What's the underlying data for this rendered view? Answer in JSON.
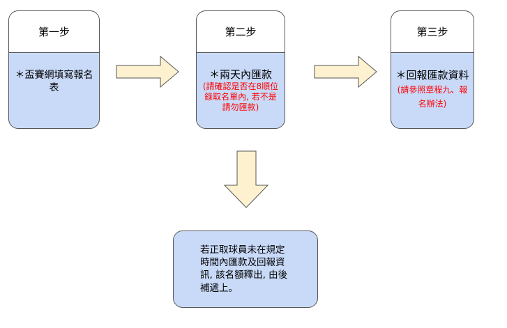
{
  "steps": [
    {
      "title": "第一步",
      "text": "＊盃賽網填寫報名表",
      "note": ""
    },
    {
      "title": "第二步",
      "text": "＊兩天內匯款",
      "note": "(請確認是否在8順位錄取名單內, 若不是請勿匯款)"
    },
    {
      "title": "第三步",
      "text": "＊回報匯款資料",
      "note": "(請參照章程九、報名辦法)"
    }
  ],
  "footnote": "若正取球員未在規定時間內匯款及回報資訊, 該名額釋出, 由後補遞上。",
  "colors": {
    "box_fill": "#c9daf8",
    "arrow_fill": "#fdf1cf",
    "note_text": "#ff0000"
  }
}
